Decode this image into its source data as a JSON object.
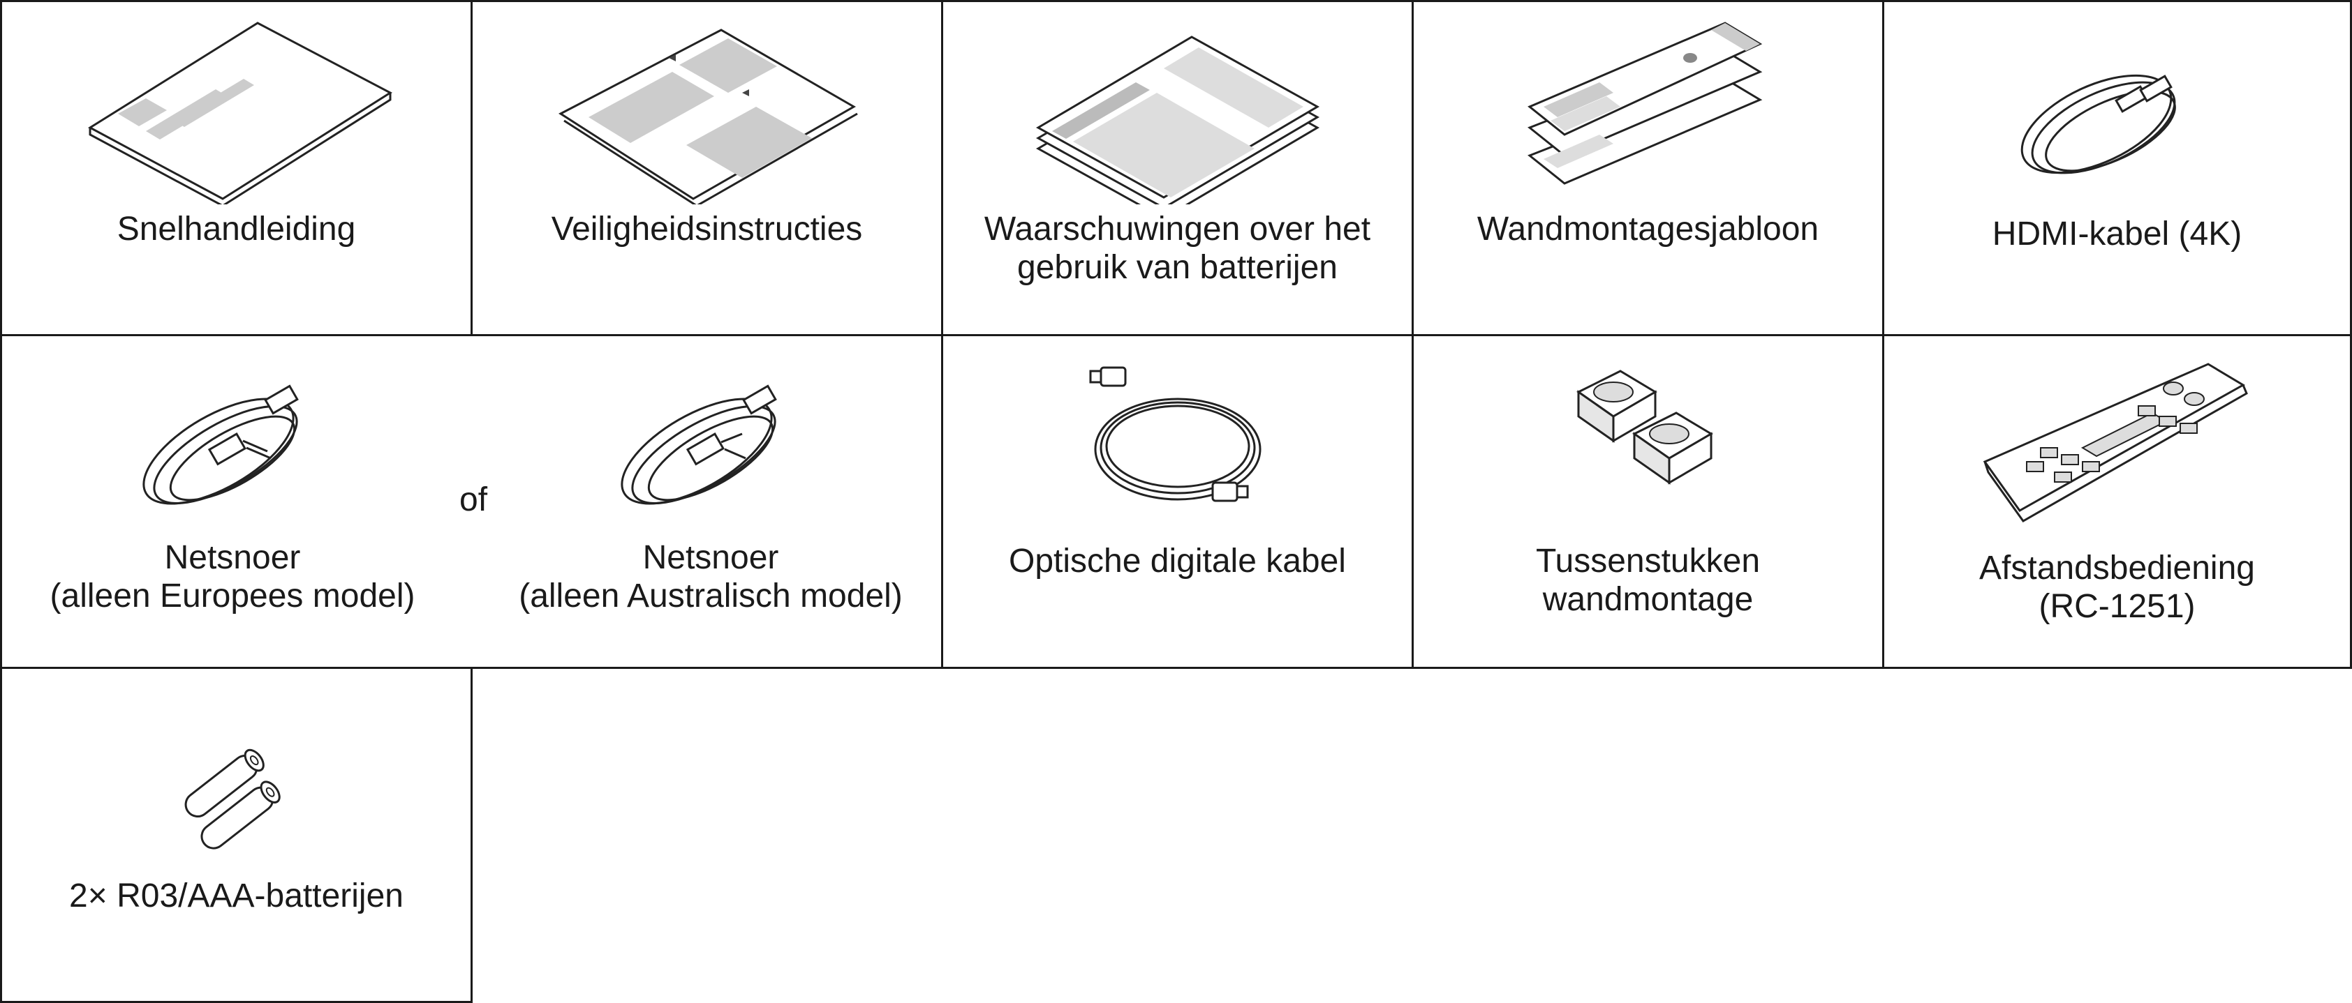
{
  "accessories": {
    "snelhandleiding": "Snelhandleiding",
    "veiligheid": "Veiligheidsinstructies",
    "waarschuwingen": "Waarschuwingen over het\ngebruik van batterijen",
    "wandmontagesjabloon": "Wandmontagesjabloon",
    "hdmi": "HDMI-kabel (4K)",
    "netsnoer_eu": "Netsnoer\n(alleen Europees model)",
    "or_word": "of",
    "netsnoer_au": "Netsnoer\n(alleen Australisch model)",
    "optisch": "Optische digitale kabel",
    "tussenstukken": "Tussenstukken\nwandmontage",
    "afstandsbediening": "Afstandsbediening\n(RC-1251)",
    "batterijen": "2× R03/AAA-batterijen"
  }
}
